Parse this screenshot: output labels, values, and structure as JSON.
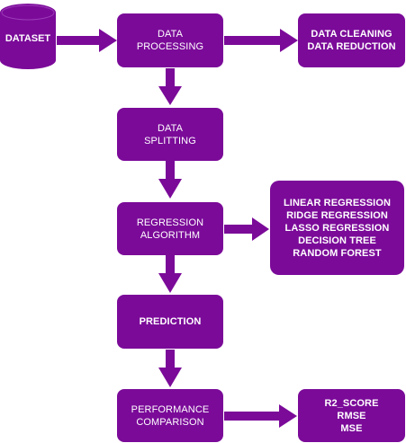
{
  "diagram": {
    "dataset": {
      "label": "DATASET"
    },
    "data_processing": {
      "line1": "DATA",
      "line2": "PROCESSING"
    },
    "cleaning": {
      "line1": "DATA CLEANING",
      "line2": "DATA REDUCTION"
    },
    "data_splitting": {
      "line1": "DATA",
      "line2": "SPLITTING"
    },
    "regression_algorithm": {
      "line1": "REGRESSION",
      "line2": "ALGORITHM"
    },
    "algorithms": {
      "items": [
        "LINEAR REGRESSION",
        "RIDGE REGRESSION",
        "LASSO REGRESSION",
        "DECISION TREE",
        "RANDOM FOREST"
      ]
    },
    "prediction": {
      "label": "PREDICTION"
    },
    "performance_comparison": {
      "line1": "PERFORMANCE",
      "line2": "COMPARISON"
    },
    "metrics": {
      "items": [
        "R2_SCORE",
        "RMSE",
        "MSE"
      ]
    }
  },
  "colors": {
    "node_fill": "#7b0a99",
    "text": "#ffffff",
    "background": "#ffffff"
  }
}
